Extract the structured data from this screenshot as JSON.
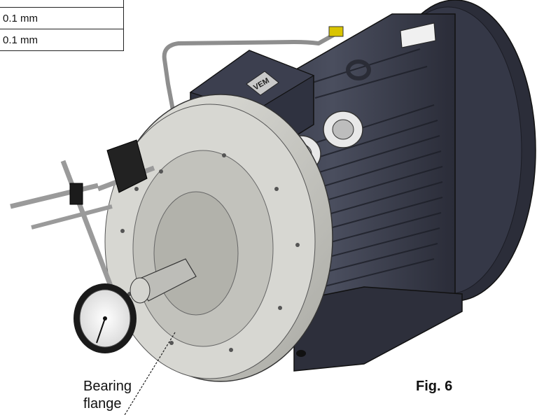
{
  "table": {
    "rows": [
      {
        "value": "0.1 mm"
      },
      {
        "value": "0.1 mm"
      }
    ]
  },
  "figure": {
    "logo_text": "VEM",
    "callout_label": "Bearing\nflange",
    "figure_label": "Fig. 6",
    "colors": {
      "motor_body": "#3a3d4a",
      "flange": "#c8c8c4",
      "shaft": "#b7b7b2",
      "accent": "#d9c400"
    }
  }
}
